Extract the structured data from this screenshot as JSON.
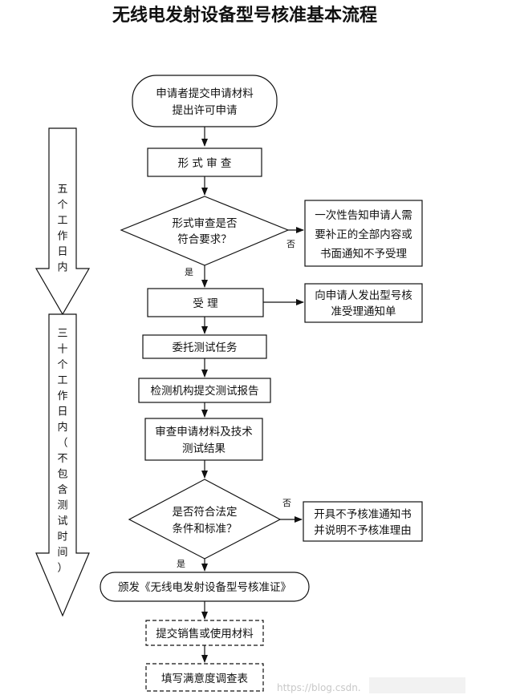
{
  "title": "无线电发射设备型号核准基本流程",
  "nodes": {
    "start": [
      "申请者提交申请材料",
      "提出许可申请"
    ],
    "formal_review": "形 式 审 查",
    "decision1": [
      "形式审查是否",
      "符合要求？"
    ],
    "notify_correct": [
      "一次性告知申请人需",
      "要补正的全部内容或",
      "书面通知不予受理"
    ],
    "accept": "受 理",
    "accept_notice": [
      "向申请人发出型号核",
      "准受理通知单"
    ],
    "delegate_test": "委托测试任务",
    "test_report": "检测机构提交测试报告",
    "review_materials": [
      "审查申请材料及技术",
      "测试结果"
    ],
    "decision2": [
      "是否符合法定",
      "条件和标准？"
    ],
    "reject_notice": [
      "开具不予核准通知书",
      "并说明不予核准理由"
    ],
    "issue_cert": "颁发《无线电发射设备型号核准证》",
    "submit_sales": "提交销售或使用材料",
    "survey": "填写满意度调查表"
  },
  "edge_labels": {
    "no1": "否",
    "yes1": "是",
    "no2": "否",
    "yes2": "是"
  },
  "side_labels": {
    "five_days": [
      "五",
      "个",
      "工",
      "作",
      "日",
      "内"
    ],
    "thirty_days": [
      "三",
      "十",
      "个",
      "工",
      "作",
      "日",
      "内",
      "（",
      "不",
      "包",
      "含",
      "测",
      "试",
      "时",
      "间",
      "）"
    ]
  },
  "watermark": "https://blog.csdn."
}
